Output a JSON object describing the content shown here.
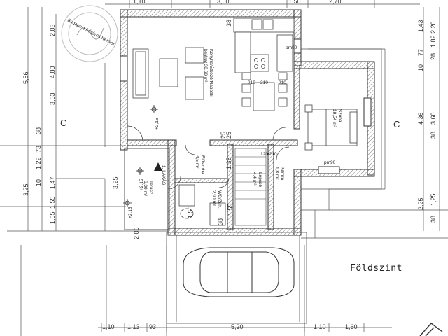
{
  "caption": "Földszint",
  "colors": {
    "line": "#444444",
    "wall_hatch": "#777777",
    "ink": "#222222"
  },
  "section_marks": [
    "C",
    "C"
  ],
  "top_dims": [
    "1,10",
    "3,60",
    "1,50",
    "2,70"
  ],
  "bottom_dims": [
    "1,10",
    "1,13",
    "93",
    "5,20",
    "1,10",
    "1,60"
  ],
  "left_dims_a": [
    "2,03",
    "4,80",
    "3,53",
    "38",
    "73",
    "1,22",
    "10",
    "1,47",
    "1,55",
    "1,05"
  ],
  "left_dims_b": [
    "5,56",
    "3,25"
  ],
  "right_dims_a": [
    "2,20",
    "1,82",
    "28",
    "1,43",
    "77",
    "10",
    "4,36",
    "3,60",
    "38"
  ],
  "right_dims_b": [
    "2,25",
    "1,25",
    "38"
  ],
  "inner_dims": [
    "38",
    "25",
    "1,35",
    "25",
    "1,55",
    "38",
    "2,06",
    "3,25",
    "1,55"
  ],
  "rooms": [
    {
      "name": "Konyha/Étkező/Nappali",
      "sub": "bejárat 30,60 m²"
    },
    {
      "name": "Szoba",
      "sub": "10,54 m²"
    },
    {
      "name": "Előszoba",
      "sub": "4,5 m²"
    },
    {
      "name": "Lépcső",
      "sub": "4,4 m²"
    },
    {
      "name": "Kamra",
      "sub": "1,8 m²"
    },
    {
      "name": "WC/Zuh.",
      "sub": "2,90 m²"
    },
    {
      "name": "Terasz",
      "sub": "6,30 m²"
    },
    {
      "name": "1. LAKÁS",
      "sub": ""
    }
  ],
  "level_marks": [
    "+2,15",
    "+2,15",
    "+2,15"
  ],
  "window_tags": [
    "pm90",
    "pm90",
    "210",
    "210",
    "210",
    "120/210"
  ],
  "stamp_text": "Budapest Főváros Kerület"
}
